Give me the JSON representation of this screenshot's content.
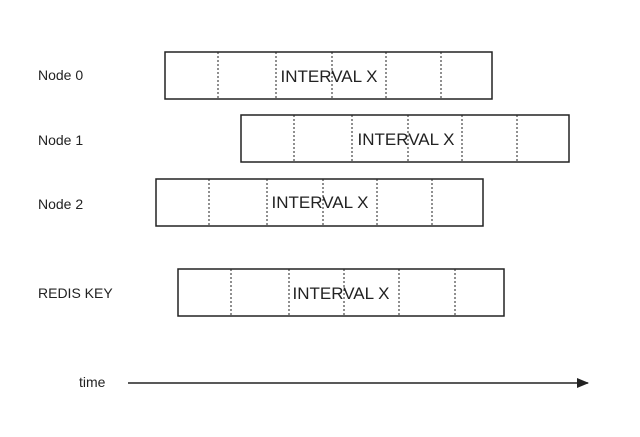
{
  "rows": [
    {
      "label": "Node 0",
      "interval_label": "INTERVAL X"
    },
    {
      "label": "Node 1",
      "interval_label": "INTERVAL X"
    },
    {
      "label": "Node 2",
      "interval_label": "INTERVAL X"
    },
    {
      "label": "REDIS KEY",
      "interval_label": "INTERVAL X"
    }
  ],
  "axis": {
    "label": "time"
  },
  "colors": {
    "stroke": "#222222",
    "background": "#ffffff"
  }
}
